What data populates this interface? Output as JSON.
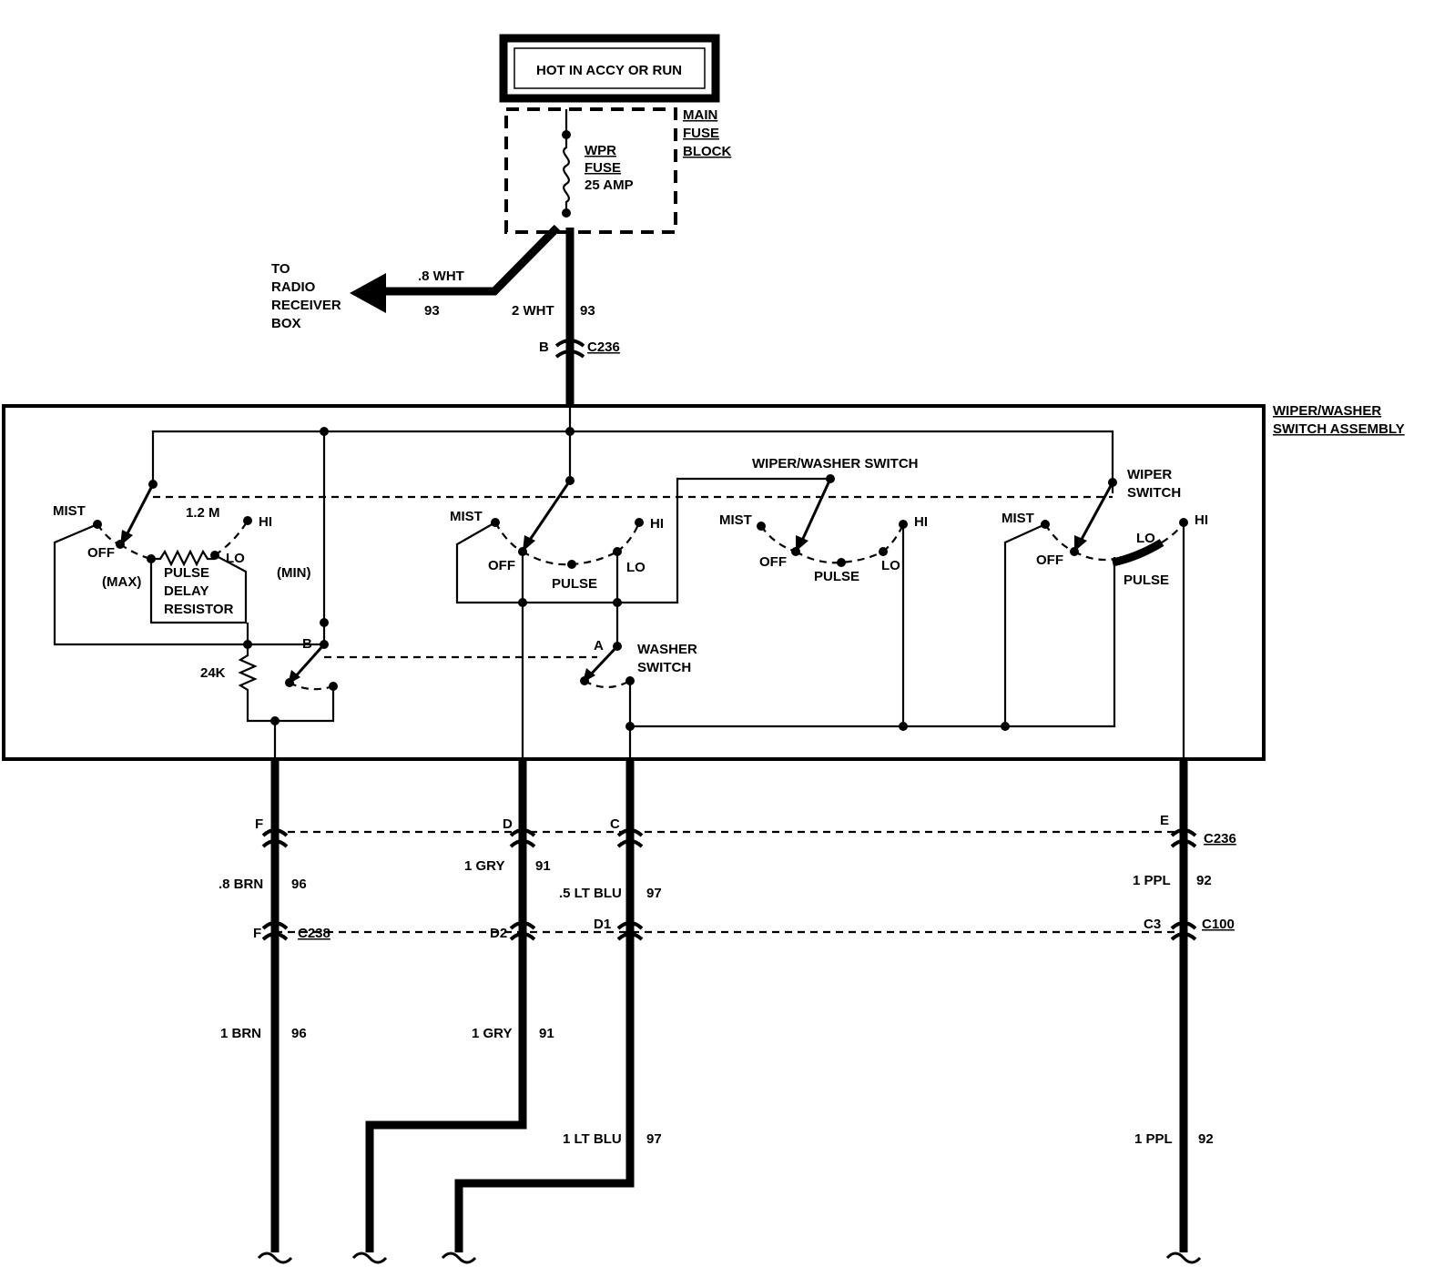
{
  "power": {
    "title": "HOT IN ACCY OR RUN"
  },
  "fuse_block": {
    "label": [
      "MAIN",
      "FUSE",
      "BLOCK"
    ],
    "fuse_name": [
      "WPR",
      "FUSE"
    ],
    "fuse_rating": "25 AMP"
  },
  "radio": {
    "label": [
      "TO",
      "RADIO",
      "RECEIVER",
      "BOX"
    ],
    "wire_gauge_color": ".8 WHT",
    "circuit": "93"
  },
  "main_feed": {
    "wire_gauge_color": "2 WHT",
    "circuit": "93",
    "connector_pin": "B",
    "connector": "C236"
  },
  "assembly": {
    "label": [
      "WIPER/WASHER",
      "SWITCH ASSEMBLY"
    ],
    "switch_title": "WIPER/WASHER SWITCH",
    "wiper_switch_label": [
      "WIPER",
      "SWITCH"
    ],
    "washer_switch_label": [
      "WASHER",
      "SWITCH"
    ],
    "positions": {
      "mist": "MIST",
      "off": "OFF",
      "pulse": "PULSE",
      "lo": "LO",
      "hi": "HI"
    },
    "resistor_1_2m": "1.2 M",
    "max": "(MAX)",
    "min": "(MIN)",
    "pulse_delay_resistor": [
      "PULSE",
      "DELAY",
      "RESISTOR"
    ],
    "resistor_24k": "24K",
    "contact_b": "B",
    "contact_a": "A"
  },
  "connectors": {
    "c236": "C236",
    "c238": "C238",
    "c100": "C100",
    "pins_c236": [
      "F",
      "D",
      "C",
      "E"
    ],
    "pins_lower": [
      "F",
      "D2",
      "D1",
      "C3"
    ]
  },
  "wires": [
    {
      "upper": ".8 BRN",
      "upper_circuit": "96",
      "lower": "1 BRN",
      "lower_circuit": "96"
    },
    {
      "upper": "1 GRY",
      "upper_circuit": "91",
      "lower": "1 GRY",
      "lower_circuit": "91"
    },
    {
      "upper": ".5 LT BLU",
      "upper_circuit": "97",
      "lower": "1 LT BLU",
      "lower_circuit": "97"
    },
    {
      "upper": "1 PPL",
      "upper_circuit": "92",
      "lower": "1 PPL",
      "lower_circuit": "92"
    }
  ]
}
